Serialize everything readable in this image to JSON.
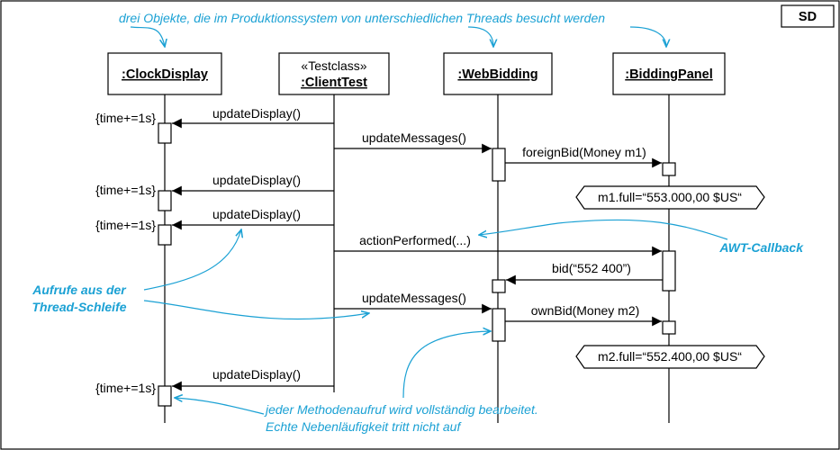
{
  "frame": {
    "tag": "SD"
  },
  "annotations": {
    "top": "drei Objekte, die im Produktionssystem von unterschiedlichen Threads besucht werden",
    "thread_loop_1": "Aufrufe aus der",
    "thread_loop_2": "Thread-Schleife",
    "awt_callback": "AWT-Callback",
    "complete_1": "jeder Methodenaufruf wird vollständig bearbeitet.",
    "complete_2": "Echte Nebenläufigkeit tritt nicht auf"
  },
  "objects": {
    "clock": {
      "label": ":ClockDisplay"
    },
    "client": {
      "stereotype": "«Testclass»",
      "label": ":ClientTest"
    },
    "web": {
      "label": ":WebBidding"
    },
    "panel": {
      "label": ":BiddingPanel"
    }
  },
  "messages": {
    "m1": "updateDisplay()",
    "m2": "updateMessages()",
    "m3": "foreignBid(Money m1)",
    "m4": "updateDisplay()",
    "m5": "updateDisplay()",
    "m6": "actionPerformed(...)",
    "m7": "bid(“552 400”)",
    "m8": "updateMessages()",
    "m9": "ownBid(Money m2)",
    "m10": "updateDisplay()"
  },
  "constraints": {
    "t1": "{time+=1s}",
    "t2": "{time+=1s}",
    "t3": "{time+=1s}",
    "t4": "{time+=1s}"
  },
  "states": {
    "s1": "m1.full=“553.000,00 $US“",
    "s2": "m2.full=“552.400,00 $US“"
  }
}
